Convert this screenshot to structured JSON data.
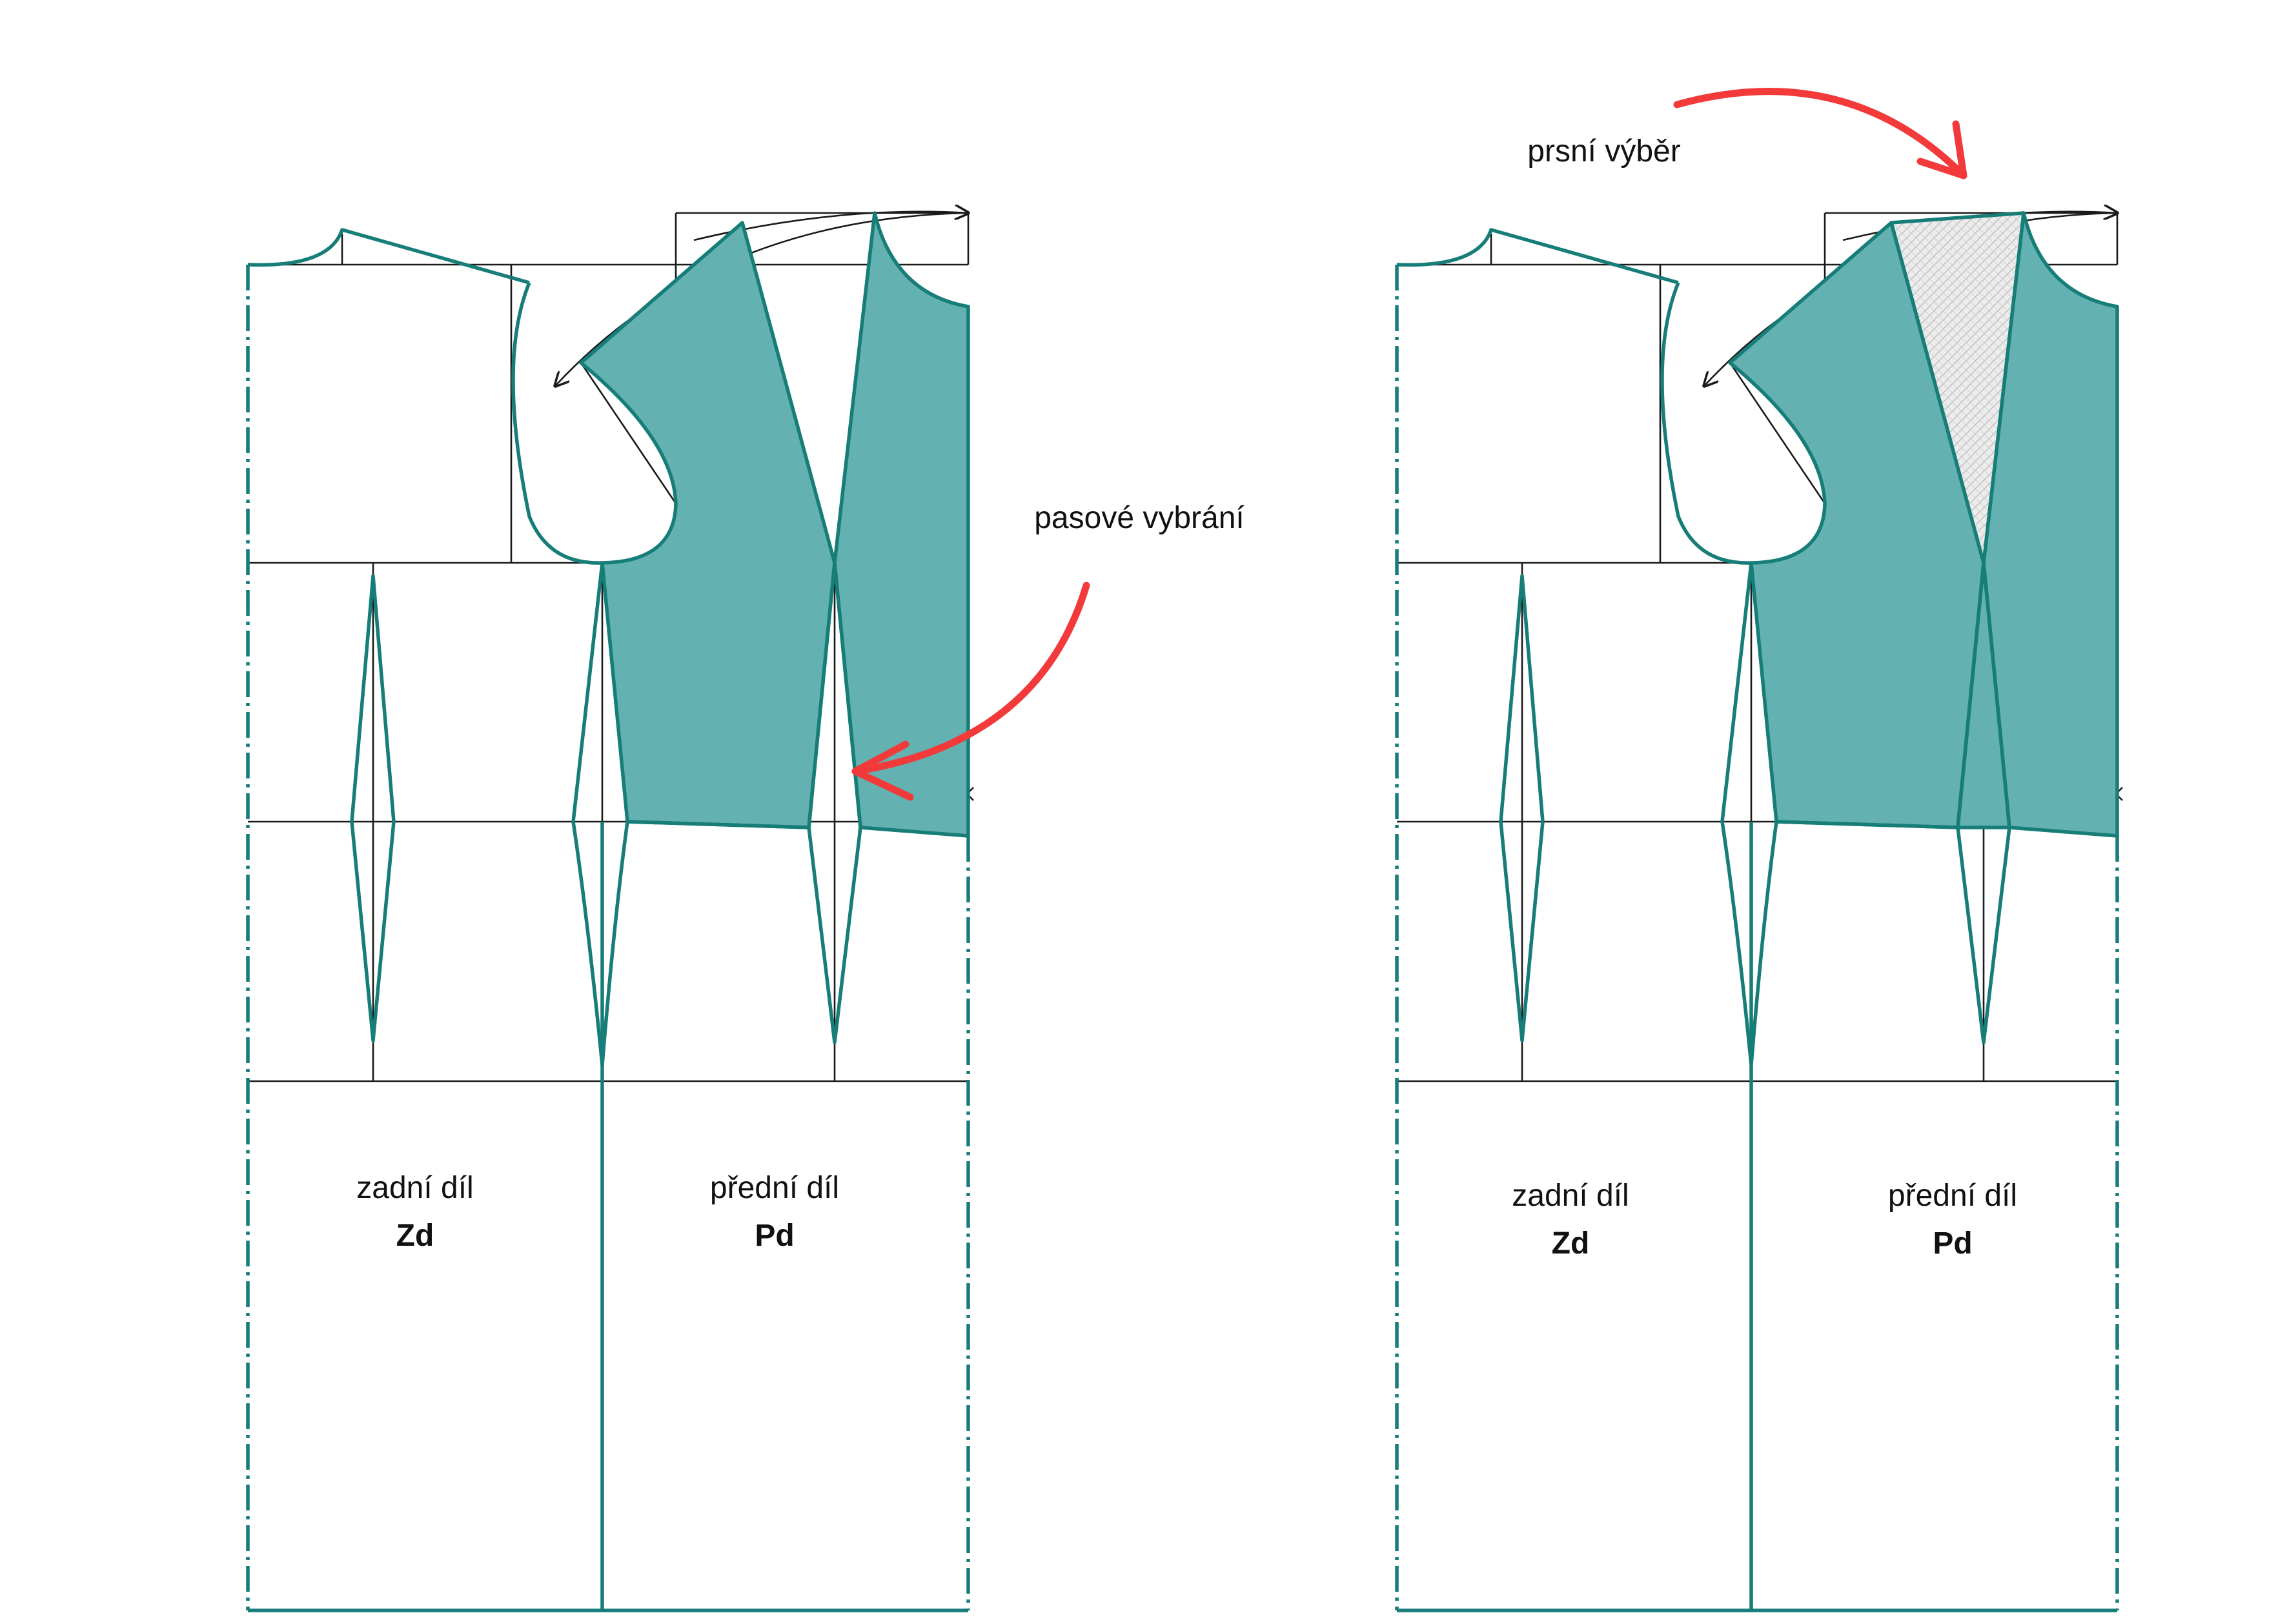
{
  "panels": [
    {
      "back_label": "zadní díl",
      "back_code": "Zd",
      "front_label": "přední díl",
      "front_code": "Pd",
      "dart_highlight": "none"
    },
    {
      "back_label": "zadní díl",
      "back_code": "Zd",
      "front_label": "přední díl",
      "front_code": "Pd",
      "dart_highlight": "bust-dart-hatched"
    }
  ],
  "annotations": {
    "waist_dart": "pasové vybrání",
    "bust_dart": "prsní výběr"
  },
  "colors": {
    "pattern_line": "#177d78",
    "pattern_fill": "#63b1b0",
    "construction_line": "#1a1a1a",
    "arrow": "#f23a3a",
    "hatch": "#b9b9b9"
  }
}
